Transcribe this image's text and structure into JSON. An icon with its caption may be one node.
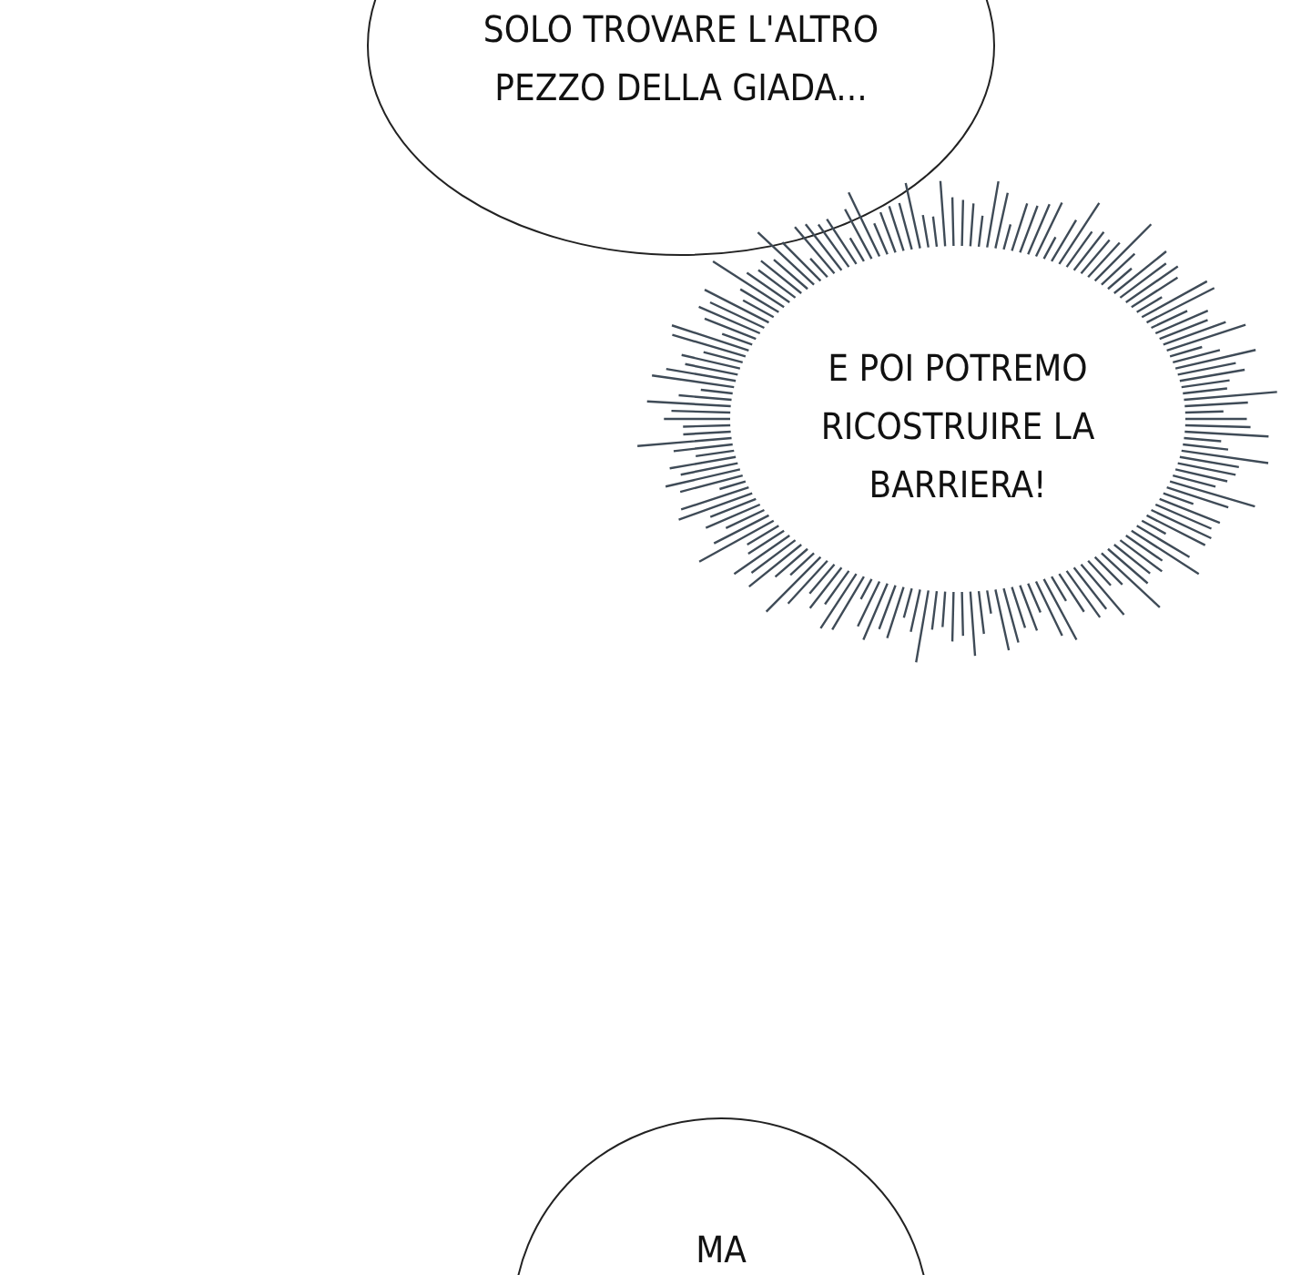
{
  "diagram": {
    "nodes": [
      {
        "text": [
          "SOLO TROVARE L'ALTRO PEZZO DELLA GIADA..."
        ]
      },
      {
        "text": [
          "E POI POTREMO RICOSTRUIRE LA BARRIERA!"
        ]
      },
      {
        "text": [
          "MA"
        ]
      }
    ]
  }
}
